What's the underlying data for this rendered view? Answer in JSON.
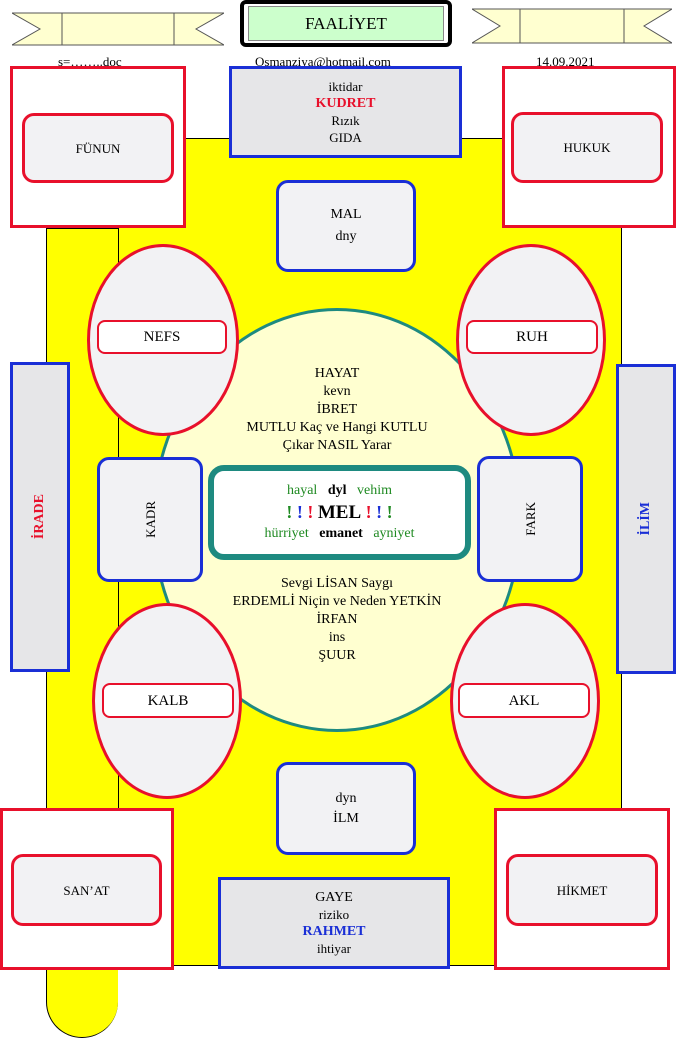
{
  "header": {
    "title": "FAALİYET",
    "file": "s=……..doc",
    "email": "Osmanziya@hotmail.com",
    "date": "14.09.2021"
  },
  "top_center": {
    "line1": "iktidar",
    "line2": "KUDRET",
    "line3": "Rızık",
    "line4": "GIDA"
  },
  "bottom_center": {
    "line1": "GAYE",
    "line2": "riziko",
    "line3": "RAHMET",
    "line4": "ihtiyar"
  },
  "corners": {
    "top_left": "FÜNUN",
    "top_right": "HUKUK",
    "bottom_left": "SAN’AT",
    "bottom_right": "HİKMET"
  },
  "mal_box": {
    "line1": "MAL",
    "line2": "dny"
  },
  "dyn_box": {
    "line1": "dyn",
    "line2": "İLM"
  },
  "ovals": {
    "nefs": "NEFS",
    "ruh": "RUH",
    "kalb": "KALB",
    "akl": "AKL"
  },
  "side_bars": {
    "left": "İRADE",
    "right": "İLİM"
  },
  "side_boxes": {
    "left": "KADR",
    "right": "FARK"
  },
  "circle": {
    "top_lines": [
      "HAYAT",
      "kevn",
      "İBRET",
      "MUTLU Kaç ve Hangi KUTLU",
      "Çıkar NASIL Yarar"
    ],
    "bottom_lines": [
      "Sevgi LİSAN Saygı",
      "ERDEMLİ  Niçin ve Neden YETKİN",
      "İRFAN",
      "ins",
      "ŞUUR"
    ]
  },
  "core": {
    "row1": [
      "hayal",
      "dyl",
      "vehim"
    ],
    "marks": "! ! !",
    "center": "MEL",
    "row3": [
      "hürriyet",
      "emanet",
      "ayniyet"
    ]
  },
  "colors": {
    "yellow": "#ffff00",
    "red": "#e8102b",
    "blue": "#1a2fd6",
    "teal": "#1e8a80",
    "cream": "#ffffd0"
  }
}
